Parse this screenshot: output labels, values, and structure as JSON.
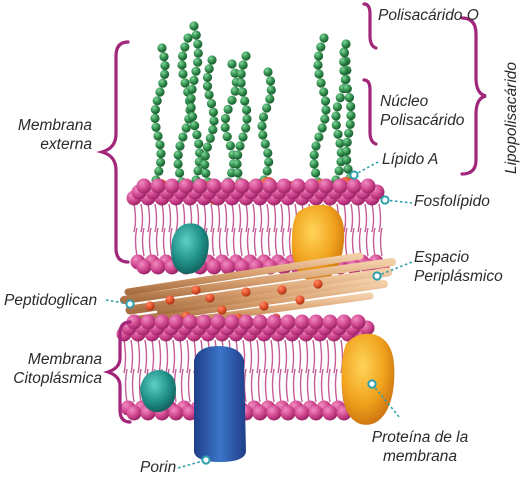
{
  "labels": {
    "polisacarido_o": "Polisacárido O",
    "lipopolisacarido": "Lipopolisacárido",
    "membrana_externa": [
      "Membrana",
      "externa"
    ],
    "nucleo_polisacarido": [
      "Núcleo",
      "Polisacárido"
    ],
    "lipido_a": "Lípido A",
    "fosfolipido": "Fosfolípido",
    "espacio_periplasmico": [
      "Espacio",
      "Periplásmico"
    ],
    "peptidoglican": "Peptidoglican",
    "membrana_citoplasmica": [
      "Membrana",
      "Citoplásmica"
    ],
    "proteina_membrana": [
      "Proteína de la",
      "membrana"
    ],
    "porin": "Porin"
  },
  "colors": {
    "phospholipid_head": "#d0468f",
    "phospholipid_tail": "#b8327a",
    "bracket": "#a2267a",
    "pointer": "#2f9fae",
    "polysaccharide_chain": "#2e8b4a",
    "lipid_a": "#e2512b",
    "peptidoglycan": "#d8a070",
    "protein_orange": "#f0a21c",
    "protein_teal": "#1f8f88",
    "porin_blue": "#2d5fae"
  }
}
